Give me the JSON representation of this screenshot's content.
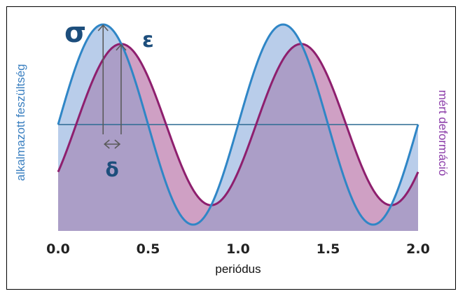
{
  "chart_data": {
    "type": "line",
    "title": "",
    "xlabel": "periódus",
    "ylabel": "alkalmazott feszültség",
    "ylabel_right": "mért deformáció",
    "xlim": [
      0.0,
      2.0
    ],
    "x_ticks": [
      "0.0",
      "0.5",
      "1.0",
      "1.5",
      "2.0"
    ],
    "grid": false,
    "series": [
      {
        "name": "σ",
        "color": "#2f86c6",
        "fill": "#b9cdea",
        "x": [
          0.0,
          0.25,
          0.5,
          0.75,
          1.0,
          1.25,
          1.5,
          1.75,
          2.0
        ],
        "y": [
          0,
          1,
          0,
          -1,
          0,
          1,
          0,
          -1,
          0
        ]
      },
      {
        "name": "ε",
        "color": "#8e1f6e",
        "fill": "#cfa0c4",
        "x": [
          0.1,
          0.35,
          0.6,
          0.85,
          1.1,
          1.35,
          1.6,
          1.85
        ],
        "y": [
          0,
          0.9,
          0,
          -0.9,
          0,
          0.9,
          0,
          -0.9
        ]
      }
    ],
    "annotations": {
      "stress_symbol": "σ",
      "strain_symbol": "ε",
      "phase_symbol": "δ",
      "phase_shift": 0.1
    },
    "colors": {
      "stress_line": "#2f86c6",
      "strain_line": "#8e1f6e",
      "overlap_fill": "#ab9ec7",
      "marker_lines": "#5a5a5a",
      "symbol_color": "#1d4e7c",
      "zero_line": "#2c6a92"
    }
  }
}
